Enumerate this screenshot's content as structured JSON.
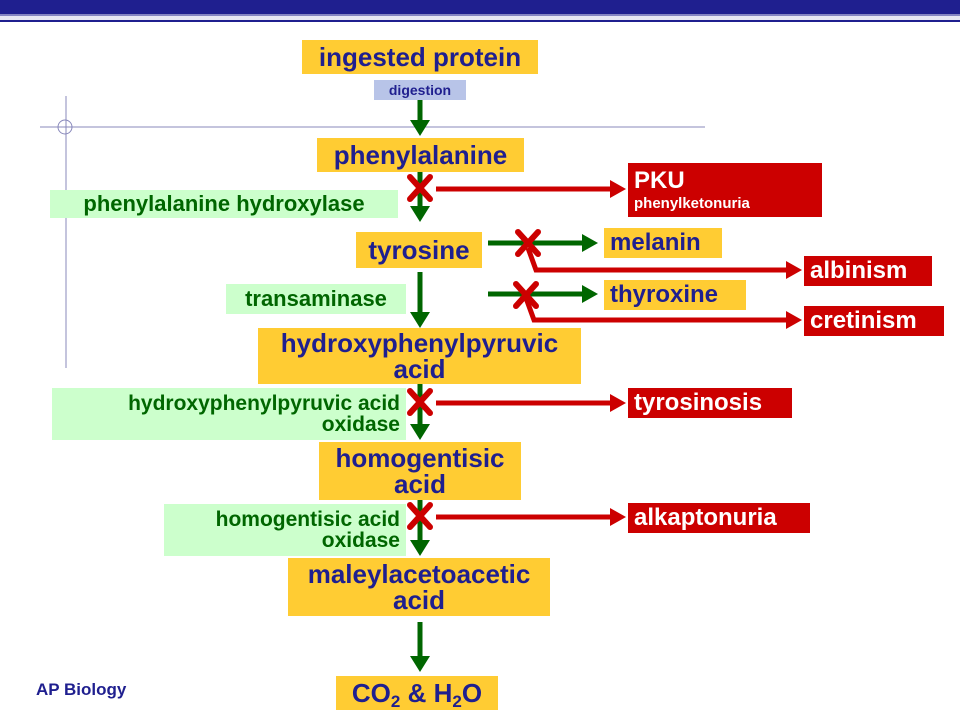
{
  "header": {
    "bar_color": "#1f1f8f"
  },
  "pathway": {
    "ingested_protein": "ingested protein",
    "digestion": "digestion",
    "phenylalanine": "phenylalanine",
    "phenylalanine_hydroxylase": "phenylalanine hydroxylase",
    "tyrosine": "tyrosine",
    "transaminase": "transaminase",
    "hydroxyphenylpyruvic_acid": [
      "hydroxyphenylpyruvic",
      "acid"
    ],
    "hpp_acid_oxidase": [
      "hydroxyphenylpyruvic acid",
      "oxidase"
    ],
    "homogentisic_acid": [
      "homogentisic",
      "acid"
    ],
    "homogentisic_acid_oxidase": [
      "homogentisic acid",
      "oxidase"
    ],
    "maleylacetoacetic_acid": [
      "maleylacetoacetic",
      "acid"
    ],
    "co2": "CO",
    "co2_sub": "2",
    "and": " & H",
    "h2o_sub": "2",
    "h2o_o": "O"
  },
  "products": {
    "melanin": "melanin",
    "thyroxine": "thyroxine"
  },
  "disorders": {
    "pku": "PKU",
    "pku_full": "phenylketonuria",
    "albinism": "albinism",
    "cretinism": "cretinism",
    "tyrosinosis": "tyrosinosis",
    "alkaptonuria": "alkaptonuria"
  },
  "colors": {
    "compound_bg": "#ffcc33",
    "enzyme_bg": "#ccffcc",
    "disorder_bg": "#cc0000",
    "main_arrow": "#006600",
    "block_arrow": "#cc0000"
  },
  "footer": {
    "course": "AP Biology"
  }
}
